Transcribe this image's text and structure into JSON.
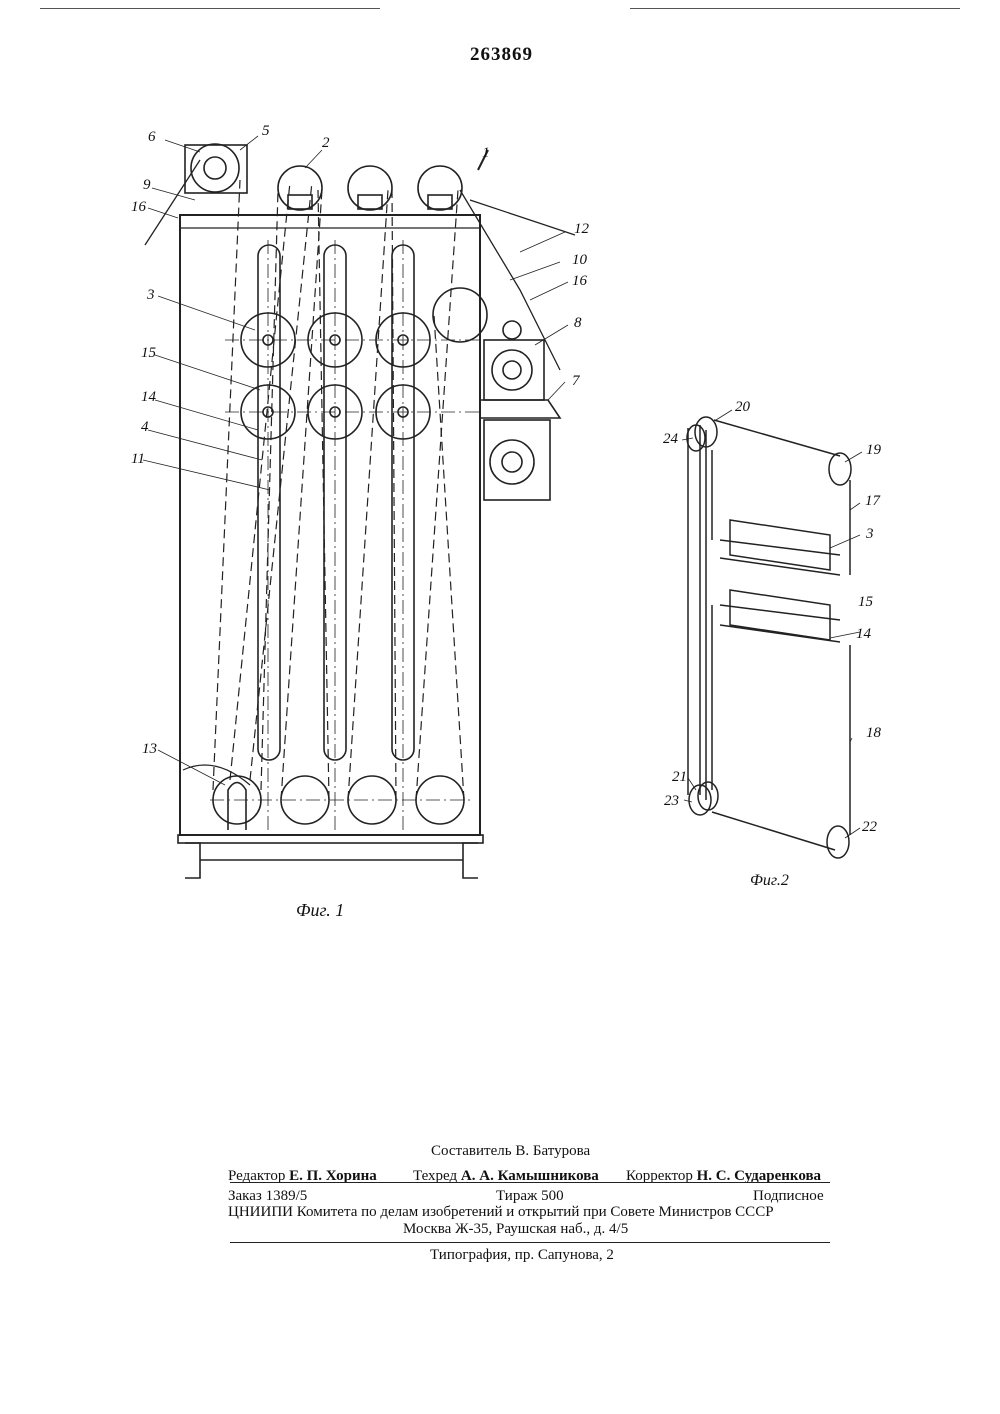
{
  "patent_number": "263869",
  "figures": {
    "fig1_caption": "Фиг. 1",
    "fig2_caption": "Фиг.2"
  },
  "fig1_callouts": {
    "n6": "6",
    "n5": "5",
    "n2": "2",
    "n9": "9",
    "n16a": "16",
    "n1": "1",
    "n12": "12",
    "n10": "10",
    "n16b": "16",
    "n8": "8",
    "n3": "3",
    "n15": "15",
    "n7": "7",
    "n14": "14",
    "n4": "4",
    "n11": "11",
    "n13": "13"
  },
  "fig2_callouts": {
    "n20": "20",
    "n24": "24",
    "n19": "19",
    "n17": "17",
    "n3": "3",
    "n15": "15",
    "n14": "14",
    "n18": "18",
    "n21": "21",
    "n23": "23",
    "n22": "22"
  },
  "credits": {
    "compiler": "Составитель В. Батурова",
    "editor_label": "Редактор",
    "editor_name": "Е. П. Хорина",
    "techred_label": "Техред",
    "techred_name": "А. А. Камышникова",
    "corrector_label": "Корректор",
    "corrector_name": "Н. С. Сударенкова",
    "order": "Заказ 1389/5",
    "circulation": "Тираж 500",
    "subscription": "Подписное",
    "institution": "ЦНИИПИ Комитета по делам изобретений и открытий при Совете Министров СССР",
    "address": "Москва Ж-35, Раушская наб., д. 4/5",
    "printer": "Типография, пр. Сапунова, 2"
  }
}
